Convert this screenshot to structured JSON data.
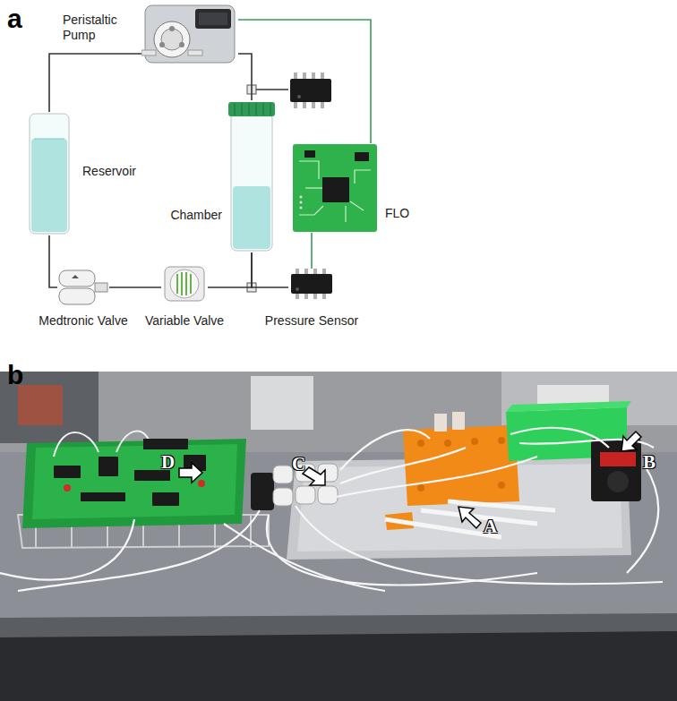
{
  "diagram": {
    "nodes": [
      {
        "text": [
          "Peristaltic Pump"
        ]
      },
      {
        "text": [
          "Reservoir"
        ]
      },
      {
        "text": [
          "Chamber"
        ]
      },
      {
        "text": [
          "FLO"
        ]
      },
      {
        "text": [
          "Medtronic Valve"
        ]
      },
      {
        "text": [
          "Variable Valve"
        ]
      },
      {
        "text": [
          "Pressure Sensor"
        ]
      }
    ],
    "edges": [
      {
        "from": 0,
        "to": 1,
        "arrow": "none"
      },
      {
        "from": 1,
        "to": 4,
        "arrow": "none"
      },
      {
        "from": 4,
        "to": 5,
        "arrow": "none"
      },
      {
        "from": 5,
        "to": 2,
        "arrow": "none"
      },
      {
        "from": 6,
        "to": 2,
        "arrow": "none"
      },
      {
        "from": 2,
        "to": 0,
        "arrow": "none"
      },
      {
        "from": 3,
        "to": 6,
        "arrow": "none"
      },
      {
        "from": 3,
        "to": 0,
        "arrow": "none"
      }
    ],
    "labels": [
      "a",
      "b",
      "A",
      "B",
      "C",
      "D"
    ]
  }
}
